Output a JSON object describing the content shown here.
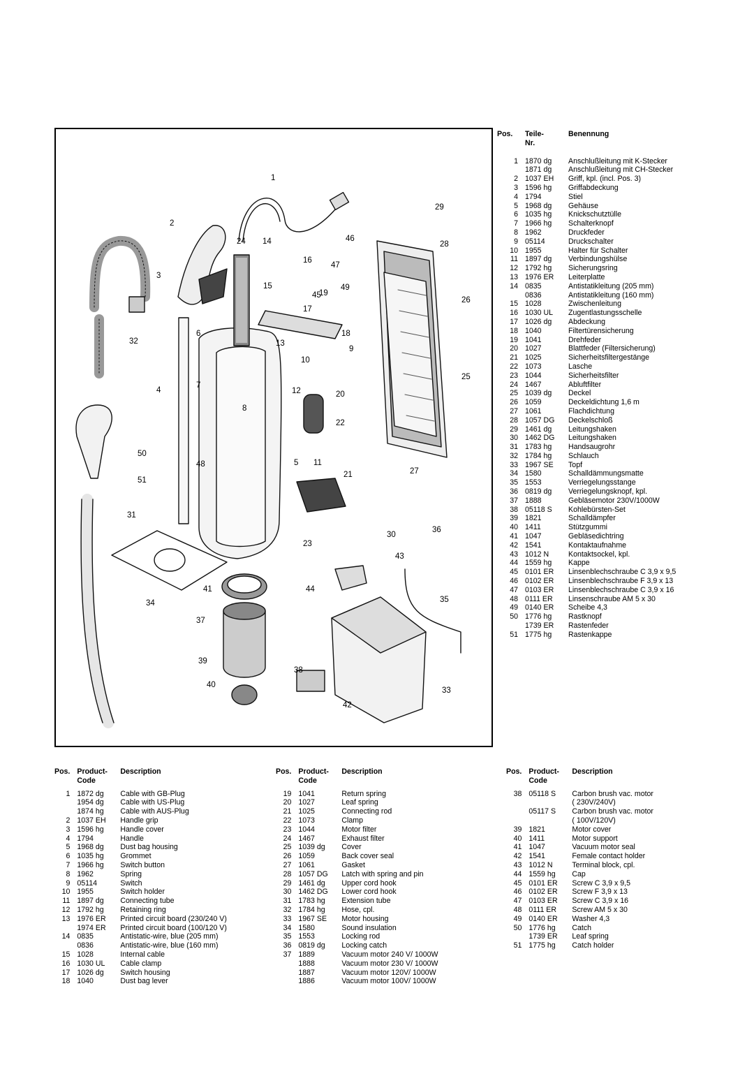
{
  "diagram": {
    "callouts": [
      "1",
      "2",
      "3",
      "4",
      "5",
      "6",
      "7",
      "8",
      "9",
      "10",
      "11",
      "12",
      "13",
      "14",
      "15",
      "16",
      "17",
      "18",
      "19",
      "20",
      "21",
      "22",
      "23",
      "24",
      "25",
      "26",
      "27",
      "28",
      "29",
      "30",
      "31",
      "32",
      "33",
      "34",
      "35",
      "36",
      "37",
      "38",
      "39",
      "40",
      "41",
      "42",
      "43",
      "44",
      "45",
      "46",
      "47",
      "48",
      "49",
      "50",
      "51"
    ]
  },
  "parts_de": {
    "headers": {
      "pos": "Pos.",
      "teile": "Teile-",
      "nr": "Nr.",
      "benennung": "Benennung"
    },
    "rows": [
      [
        "1",
        "1870 dg",
        "Anschlußleitung mit K-Stecker"
      ],
      [
        "",
        "1871 dg",
        "Anschlußleitung mit CH-Stecker"
      ],
      [
        "2",
        "1037 EH",
        "Griff, kpl. (incl. Pos. 3)"
      ],
      [
        "3",
        "1596 hg",
        "Griffabdeckung"
      ],
      [
        "4",
        "1794",
        "Stiel"
      ],
      [
        "5",
        "1968 dg",
        "Gehäuse"
      ],
      [
        "6",
        "1035 hg",
        "Knickschutztülle"
      ],
      [
        "7",
        "1966 hg",
        "Schalterknopf"
      ],
      [
        "8",
        "1962",
        "Druckfeder"
      ],
      [
        "9",
        "05114",
        "Druckschalter"
      ],
      [
        "10",
        "1955",
        "Halter für Schalter"
      ],
      [
        "11",
        "1897 dg",
        "Verbindungshülse"
      ],
      [
        "12",
        "1792 hg",
        "Sicherungsring"
      ],
      [
        "13",
        "1976 ER",
        "Leiterplatte"
      ],
      [
        "14",
        "0835",
        "Antistatikleitung (205 mm)"
      ],
      [
        "",
        "0836",
        "Antistatikleitung (160 mm)"
      ],
      [
        "15",
        "1028",
        "Zwischenleitung"
      ],
      [
        "16",
        "1030 UL",
        "Zugentlastungsschelle"
      ],
      [
        "17",
        "1026 dg",
        "Abdeckung"
      ],
      [
        "18",
        "1040",
        "Filtertürensicherung"
      ],
      [
        "19",
        "1041",
        "Drehfeder"
      ],
      [
        "20",
        "1027",
        "Blattfeder (Filtersicherung)"
      ],
      [
        "21",
        "1025",
        "Sicherheitsfiltergestänge"
      ],
      [
        "22",
        "1073",
        "Lasche"
      ],
      [
        "23",
        "1044",
        "Sicherheitsfilter"
      ],
      [
        "24",
        "1467",
        "Abluftfilter"
      ],
      [
        "25",
        "1039 dg",
        "Deckel"
      ],
      [
        "26",
        "1059",
        "Deckeldichtung 1,6 m"
      ],
      [
        "27",
        "1061",
        "Flachdichtung"
      ],
      [
        "28",
        "1057 DG",
        "Deckelschloß"
      ],
      [
        "29",
        "1461 dg",
        "Leitungshaken"
      ],
      [
        "30",
        "1462 DG",
        "Leitungshaken"
      ],
      [
        "31",
        "1783 hg",
        "Handsaugrohr"
      ],
      [
        "32",
        "1784 hg",
        "Schlauch"
      ],
      [
        "33",
        "1967 SE",
        "Topf"
      ],
      [
        "34",
        "1580",
        "Schalldämmungsmatte"
      ],
      [
        "35",
        "1553",
        "Verriegelungsstange"
      ],
      [
        "36",
        "0819 dg",
        "Verriegelungsknopf, kpl."
      ],
      [
        "37",
        "1888",
        "Gebläsemotor 230V/1000W"
      ],
      [
        "38",
        "05118 S",
        "Kohlebürsten-Set"
      ],
      [
        "39",
        "1821",
        "Schalldämpfer"
      ],
      [
        "40",
        "1411",
        "Stützgummi"
      ],
      [
        "41",
        "1047",
        "Gebläsedichtring"
      ],
      [
        "42",
        "1541",
        "Kontaktaufnahme"
      ],
      [
        "43",
        "1012 N",
        "Kontaktsockel, kpl."
      ],
      [
        "44",
        "1559 hg",
        "Kappe"
      ],
      [
        "45",
        "0101 ER",
        "Linsenblechschraube C 3,9 x 9,5"
      ],
      [
        "46",
        "0102 ER",
        "Linsenblechschraube F 3,9 x 13"
      ],
      [
        "47",
        "0103 ER",
        "Linsenblechschraube C 3,9 x 16"
      ],
      [
        "48",
        "0111 ER",
        "Linsenschraube AM 5 x 30"
      ],
      [
        "49",
        "0140 ER",
        "Scheibe 4,3"
      ],
      [
        "50",
        "1776 hg",
        "Rastknopf"
      ],
      [
        "",
        "1739 ER",
        "Rastenfeder"
      ],
      [
        "51",
        "1775 hg",
        "Rastenkappe"
      ]
    ]
  },
  "parts_en": {
    "headers": {
      "pos": "Pos.",
      "product": "Product-",
      "code": "Code",
      "description": "Description"
    },
    "col1": [
      [
        "1",
        "1872 dg",
        "Cable with GB-Plug"
      ],
      [
        "",
        "1954 dg",
        "Cable with US-Plug"
      ],
      [
        "",
        "1874 hg",
        "Cable with AUS-Plug"
      ],
      [
        "2",
        "1037 EH",
        "Handle grip"
      ],
      [
        "3",
        "1596 hg",
        "Handle cover"
      ],
      [
        "4",
        "1794",
        "Handle"
      ],
      [
        "5",
        "1968 dg",
        "Dust bag housing"
      ],
      [
        "6",
        "1035 hg",
        "Grommet"
      ],
      [
        "7",
        "1966 hg",
        "Switch button"
      ],
      [
        "8",
        "1962",
        "Spring"
      ],
      [
        "9",
        "05114",
        "Switch"
      ],
      [
        "10",
        "1955",
        "Switch holder"
      ],
      [
        "11",
        "1897 dg",
        "Connecting tube"
      ],
      [
        "12",
        "1792 hg",
        "Retaining ring"
      ],
      [
        "13",
        "1976 ER",
        "Printed circuit board (230/240 V)"
      ],
      [
        "",
        "1974 ER",
        "Printed circuit board (100/120 V)"
      ],
      [
        "14",
        "0835",
        "Antistatic-wire, blue (205 mm)"
      ],
      [
        "",
        "0836",
        "Antistatic-wire, blue (160 mm)"
      ],
      [
        "15",
        "1028",
        "Internal cable"
      ],
      [
        "16",
        "1030 UL",
        "Cable clamp"
      ],
      [
        "17",
        "1026 dg",
        "Switch housing"
      ],
      [
        "18",
        "1040",
        "Dust bag lever"
      ]
    ],
    "col2": [
      [
        "19",
        "1041",
        "Return spring"
      ],
      [
        "20",
        "1027",
        "Leaf spring"
      ],
      [
        "21",
        "1025",
        "Connecting rod"
      ],
      [
        "22",
        "1073",
        "Clamp"
      ],
      [
        "23",
        "1044",
        "Motor filter"
      ],
      [
        "24",
        "1467",
        "Exhaust filter"
      ],
      [
        "25",
        "1039 dg",
        "Cover"
      ],
      [
        "26",
        "1059",
        "Back cover seal"
      ],
      [
        "27",
        "1061",
        "Gasket"
      ],
      [
        "28",
        "1057 DG",
        "Latch with spring and pin"
      ],
      [
        "29",
        "1461 dg",
        "Upper cord hook"
      ],
      [
        "30",
        "1462 DG",
        "Lower cord hook"
      ],
      [
        "31",
        "1783 hg",
        "Extension tube"
      ],
      [
        "32",
        "1784 hg",
        "Hose, cpl."
      ],
      [
        "33",
        "1967 SE",
        "Motor housing"
      ],
      [
        "34",
        "1580",
        "Sound insulation"
      ],
      [
        "35",
        "1553",
        "Locking rod"
      ],
      [
        "36",
        "0819 dg",
        "Locking catch"
      ],
      [
        "37",
        "1889",
        "Vacuum motor 240 V/ 1000W"
      ],
      [
        "",
        "1888",
        "Vacuum motor 230 V/ 1000W"
      ],
      [
        "",
        "1887",
        "Vacuum motor 120V/ 1000W"
      ],
      [
        "",
        "1886",
        "Vacuum motor 100V/ 1000W"
      ]
    ],
    "col3": [
      [
        "38",
        "05118 S",
        "Carbon brush vac. motor"
      ],
      [
        "",
        "",
        "( 230V/240V)"
      ],
      [
        "",
        "05117 S",
        "Carbon brush vac. motor"
      ],
      [
        "",
        "",
        "( 100V/120V)"
      ],
      [
        "39",
        "1821",
        "Motor cover"
      ],
      [
        "40",
        "1411",
        "Motor support"
      ],
      [
        "41",
        "1047",
        "Vacuum motor seal"
      ],
      [
        "42",
        "1541",
        "Female contact holder"
      ],
      [
        "43",
        "1012 N",
        "Terminal block, cpl."
      ],
      [
        "44",
        "1559 hg",
        "Cap"
      ],
      [
        "45",
        "0101 ER",
        "Screw C 3,9 x 9,5"
      ],
      [
        "46",
        "0102 ER",
        "Screw F 3,9 x 13"
      ],
      [
        "47",
        "0103 ER",
        "Screw C 3,9 x 16"
      ],
      [
        "48",
        "0111 ER",
        "Screw AM 5 x 30"
      ],
      [
        "49",
        "0140 ER",
        "Washer 4,3"
      ],
      [
        "50",
        "1776 hg",
        "Catch"
      ],
      [
        "",
        "1739 ER",
        "Leaf spring"
      ],
      [
        "51",
        "1775 hg",
        "Catch holder"
      ]
    ]
  }
}
